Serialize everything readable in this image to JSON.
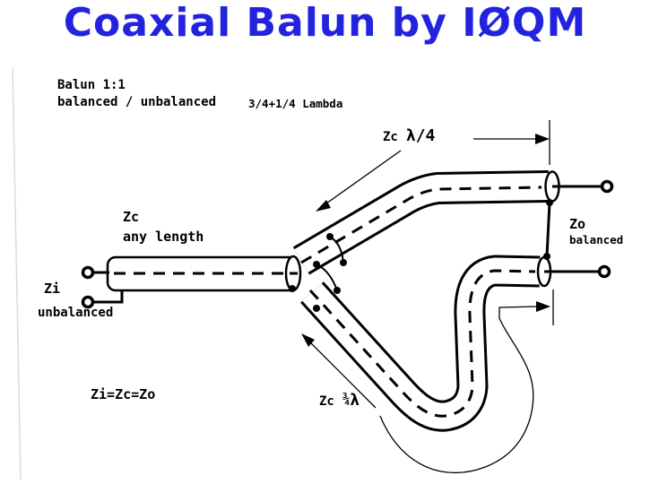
{
  "title": "Coaxial Balun by IØQM",
  "colors": {
    "title_blue": "#2323DF",
    "ink": "#000000",
    "background": "#FFFFFF"
  },
  "header": {
    "line1": "Balun 1:1",
    "line2": "balanced / unbalanced",
    "lambda_note": "3/4+1/4 Lambda"
  },
  "labels": {
    "feed_impedance": "Zc",
    "feed_length": "any length",
    "input_name": "Zi",
    "input_mode": "unbalanced",
    "output_name": "Zo",
    "output_mode": "balanced",
    "equation": "Zi=Zc=Zo",
    "quarter_wave": {
      "zc": "Zc",
      "length": "λ/4"
    },
    "three_quarter_wave": {
      "zc": "Zc",
      "fraction": "¾",
      "lambda": "λ"
    }
  }
}
